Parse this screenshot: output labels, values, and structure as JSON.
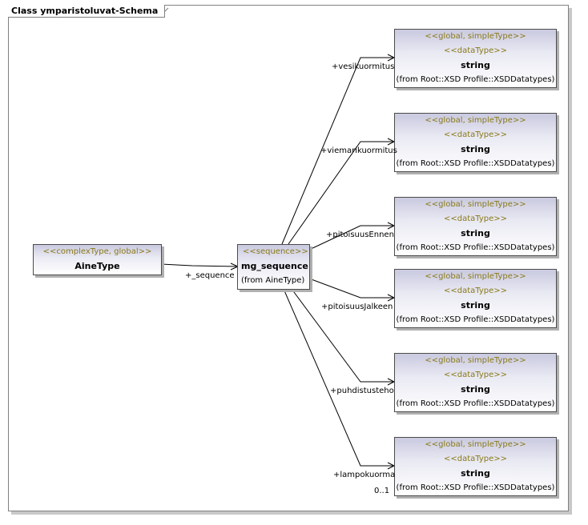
{
  "diagram": {
    "title": "Class ymparistoluvat-Schema"
  },
  "aine_type": {
    "stereotype": "<<complexType, global>>",
    "name": "AineType"
  },
  "sequence": {
    "stereotype": "<<sequence>>",
    "name": "mg_sequence",
    "from": "(from AineType)"
  },
  "association": {
    "role": "+_sequence"
  },
  "datatypes": [
    {
      "stereotype1": "<<global, simpleType>>",
      "stereotype2": "<<dataType>>",
      "name": "string",
      "from": "(from Root::XSD Profile::XSDDatatypes)",
      "role": "+vesikuormitus"
    },
    {
      "stereotype1": "<<global, simpleType>>",
      "stereotype2": "<<dataType>>",
      "name": "string",
      "from": "(from Root::XSD Profile::XSDDatatypes)",
      "role": "+viemarikuormitus"
    },
    {
      "stereotype1": "<<global, simpleType>>",
      "stereotype2": "<<dataType>>",
      "name": "string",
      "from": "(from Root::XSD Profile::XSDDatatypes)",
      "role": "+pitoisuusEnnen"
    },
    {
      "stereotype1": "<<global, simpleType>>",
      "stereotype2": "<<dataType>>",
      "name": "string",
      "from": "(from Root::XSD Profile::XSDDatatypes)",
      "role": "+pitoisuusJalkeen"
    },
    {
      "stereotype1": "<<global, simpleType>>",
      "stereotype2": "<<dataType>>",
      "name": "string",
      "from": "(from Root::XSD Profile::XSDDatatypes)",
      "role": "+puhdistusteho"
    },
    {
      "stereotype1": "<<global, simpleType>>",
      "stereotype2": "<<dataType>>",
      "name": "string",
      "from": "(from Root::XSD Profile::XSDDatatypes)",
      "role": "+lampokuorma",
      "multiplicity": "0..1"
    }
  ]
}
